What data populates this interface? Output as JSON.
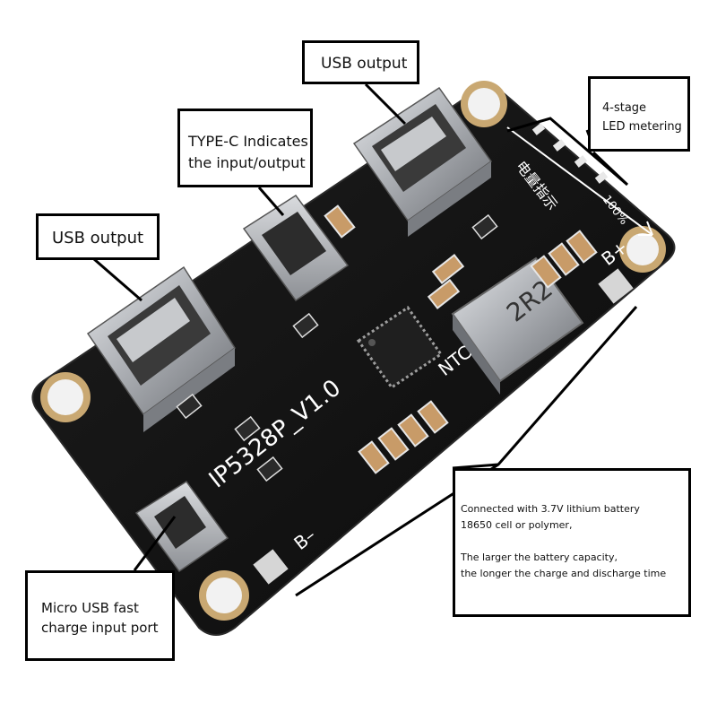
{
  "callouts": {
    "usb_output_top": {
      "lines": [
        "USB output"
      ]
    },
    "type_c": {
      "lines": [
        "TYPE-C Indicates",
        "the input/output"
      ]
    },
    "usb_output_left": {
      "lines": [
        "USB output"
      ]
    },
    "led_metering": {
      "lines": [
        "4-stage",
        "LED metering"
      ]
    },
    "battery": {
      "lines": [
        "Connected with 3.7V lithium battery",
        "18650 cell or polymer,",
        "",
        "The larger the battery capacity,",
        "the longer the charge and discharge time"
      ]
    },
    "micro_usb": {
      "lines": [
        "Micro USB fast",
        "charge input port"
      ]
    }
  },
  "board": {
    "model_label": "IP5328P_V1.0",
    "inductor_label": "2R2",
    "ntc_label": "NTC",
    "b_plus_label": "B+",
    "b_minus_label": "B–",
    "led_percent_label": "100%",
    "led_text_label": "电量指示"
  },
  "colors": {
    "pcb": "#141414",
    "metal": "#b7b9bc",
    "callout_border": "#000000"
  }
}
